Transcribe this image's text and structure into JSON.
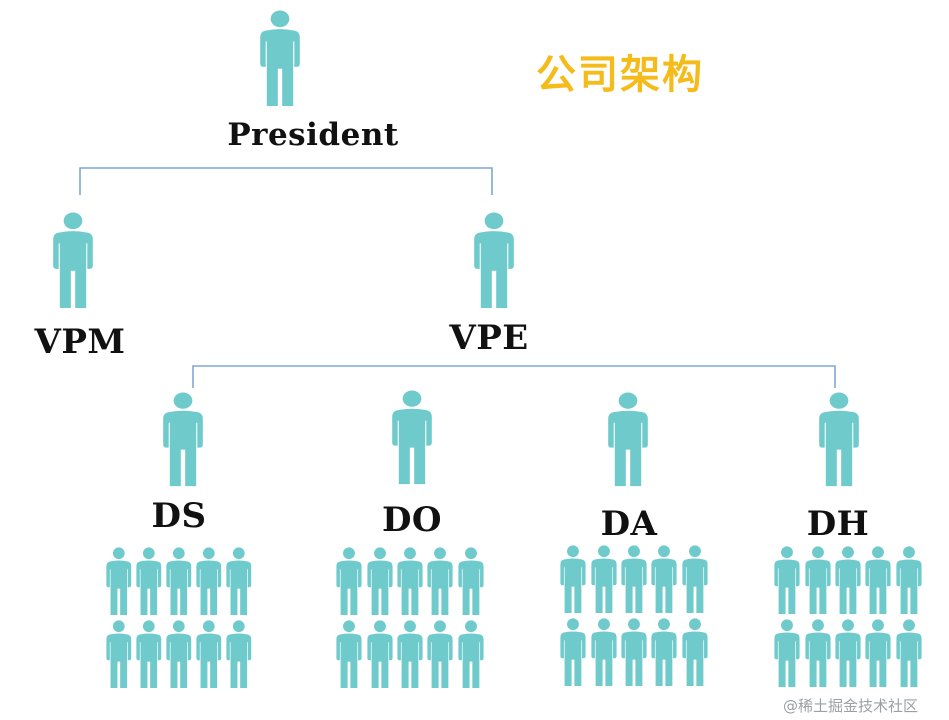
{
  "title": "公司架构",
  "watermark": "@稀土掘金技术社区",
  "colors": {
    "person": "#6ecacb",
    "connector": "#7ea7d6",
    "title": "#f5bb1b",
    "label": "#111111"
  },
  "icons": {
    "person": "person-icon",
    "group": "team-group-icon"
  },
  "nodes": {
    "president": "President",
    "vpm": "VPM",
    "vpe": "VPE",
    "ds": "DS",
    "do": "DO",
    "da": "DA",
    "dh": "DH"
  },
  "team": {
    "rows": 2,
    "per_row": 5
  }
}
